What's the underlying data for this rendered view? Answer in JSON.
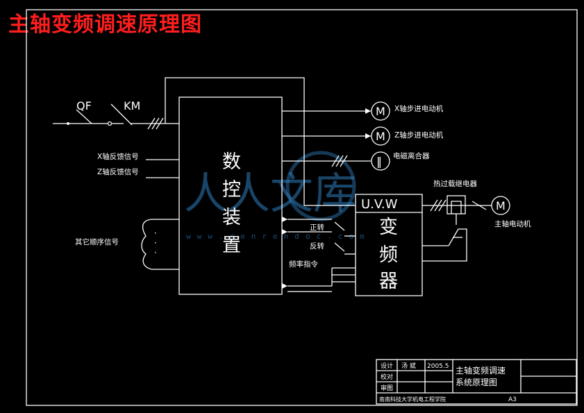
{
  "title": "主轴变频调速原理图",
  "labels": {
    "qf": "QF",
    "km": "KM",
    "x_feedback": "X轴反馈信号",
    "z_feedback": "Z轴反馈信号",
    "other_signals": "其它顺序信号",
    "cnc_unit": [
      "数",
      "控",
      "装",
      "置"
    ],
    "x_motor": "X轴步进电动机",
    "z_motor": "Z轴步进电动机",
    "clutch": "电磁离合器",
    "motor_symbol": "M",
    "clutch_symbol": "‖",
    "uvw": "U.V.W",
    "inverter": [
      "变",
      "频",
      "器"
    ],
    "thermal_relay": "热过载继电器",
    "spindle_motor": "主轴电动机",
    "forward": "正转",
    "reverse": "反转",
    "freq_cmd": "频率指令"
  },
  "watermark": {
    "chars": "人人文库",
    "url": "www.renrendoc.com",
    "color": "#2e7fbf"
  },
  "title_block": {
    "design_label": "设计",
    "designer": "汤  斌",
    "date": "2005.5",
    "check_label": "校对",
    "review_label": "审图",
    "drawing_title_1": "主轴变频调速",
    "drawing_title_2": "系统原理图",
    "school": "南南科技大学机电工程学院",
    "scale": "A3"
  },
  "colors": {
    "title": "#ff1e1e",
    "lines": "#ffffff",
    "background": "#000000"
  }
}
